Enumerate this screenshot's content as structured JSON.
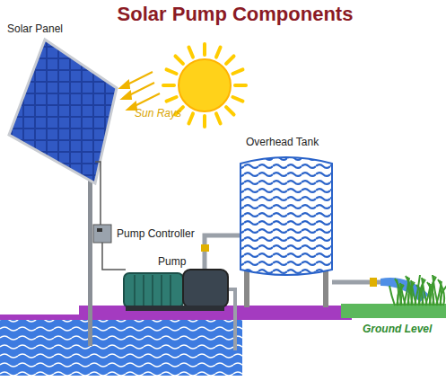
{
  "diagram": {
    "title": "Solar Pump Components",
    "labels": [
      "Solar Panel",
      "Sun Rays",
      "Pump Controller",
      "Overhead Tank",
      "Pump",
      "Ground Level"
    ]
  }
}
